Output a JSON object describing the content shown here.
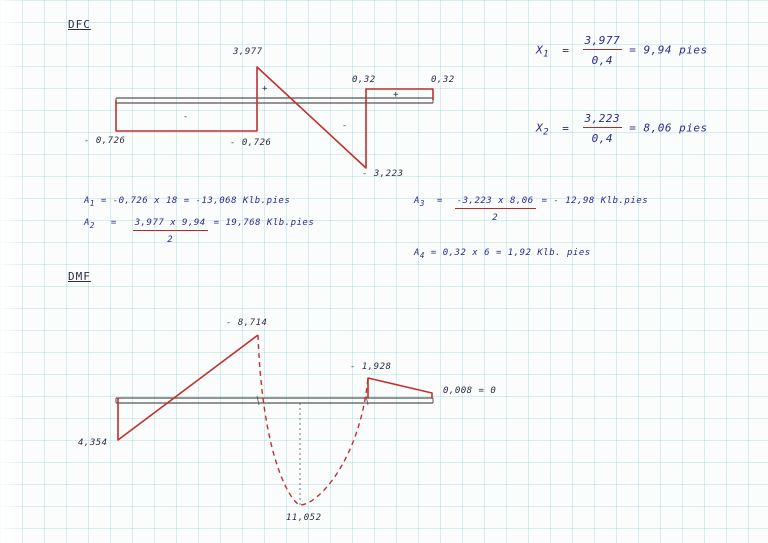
{
  "dfc": {
    "title": "DFC",
    "values": {
      "left_bottom": "- 0,726",
      "mid_bottom": "- 0,726",
      "peak_top": "3,977",
      "plus_left": "+",
      "minus_left": "-",
      "minus_right": "-",
      "bottom_drop": "- 3,223",
      "step_left": "0,32",
      "step_right": "0,32",
      "plus_right": "+"
    },
    "x1": {
      "label": "X",
      "sub": "1",
      "eq": "=",
      "num": "3,977",
      "den": "0,4",
      "result": "= 9,94",
      "unit": "pies"
    },
    "x2": {
      "label": "X",
      "sub": "2",
      "eq": "=",
      "num": "3,223",
      "den": "0,4",
      "result": "= 8,06",
      "unit": "pies"
    }
  },
  "areas": {
    "a1": {
      "label": "A",
      "sub": "1",
      "expr": "= -0,726 x 18 = -13,068 Klb.pies"
    },
    "a2": {
      "label": "A",
      "sub": "2",
      "eq": "=",
      "num": "3,977 x 9,94",
      "den": "2",
      "result": "= 19,768 Klb.pies"
    },
    "a3": {
      "label": "A",
      "sub": "3",
      "eq": "=",
      "num": "-3,223 x 8,06",
      "den": "2",
      "result": "= - 12,98 Klb.pies"
    },
    "a4": {
      "label": "A",
      "sub": "4",
      "expr": "= 0,32 x 6 = 1,92 Klb. pies"
    }
  },
  "dmf": {
    "title": "DMF",
    "values": {
      "left_start": "4,354",
      "peak_left": "- 8,714",
      "peak_right": "- 1,928",
      "end": "0,008 = 0",
      "bottom": "11,052"
    }
  },
  "colors": {
    "ink_red": "#c23030",
    "ink_blue": "#2a2a8a",
    "beam": "#555555",
    "grid": "#9fd3da"
  }
}
